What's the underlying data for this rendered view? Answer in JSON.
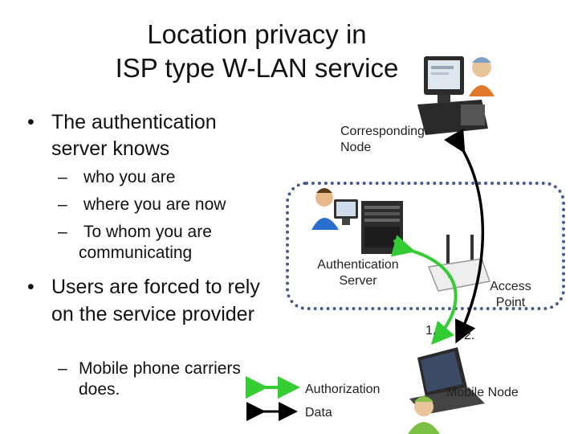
{
  "slide": {
    "title_line1": "Location privacy in",
    "title_line2": "ISP type W-LAN service",
    "bullet1": "The authentication server knows",
    "sub1": "who you are",
    "sub2": "where you are now",
    "sub3_line1": "To whom you are",
    "sub3_line2": "communicating",
    "bullet2": "Users are forced to rely on the service provider",
    "sub4": "Mobile phone carriers does.",
    "bullet_glyph": "•",
    "dash_glyph": "–"
  },
  "diagram": {
    "corresponding_node_line1": "Corresponding",
    "corresponding_node_line2": "Node",
    "auth_server_line1": "Authentication",
    "auth_server_line2": "Server",
    "access_point_line1": "Access",
    "access_point_line2": "Point",
    "mobile_node": "Mobile Node",
    "step1": "1.",
    "step2": "2.",
    "legend_authorization": "Authorization",
    "legend_data": "Data",
    "colors": {
      "authorization_arrow": "#33cc33",
      "data_arrow": "#000000",
      "dashed_border": "#4a5a8c"
    }
  }
}
